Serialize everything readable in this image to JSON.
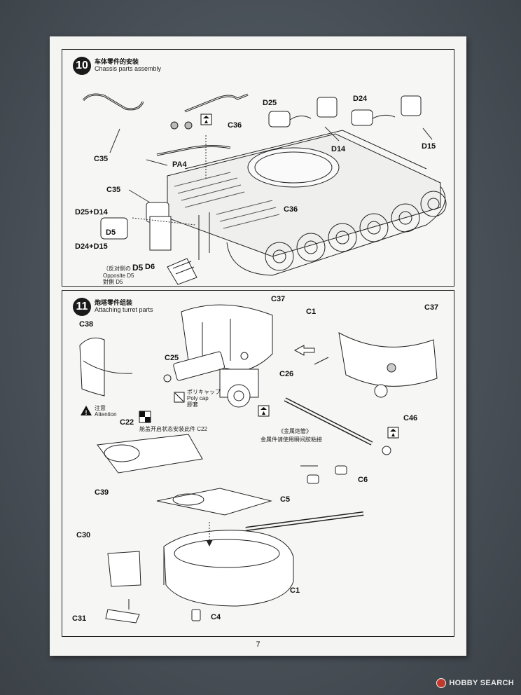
{
  "page_number": "7",
  "watermark": "HOBBY SEARCH",
  "step10": {
    "number": "10",
    "title_cn": "车体零件的安装",
    "title_en": "Chassis parts assembly",
    "labels": {
      "c35_top": "C35",
      "pa4": "PA4",
      "c36_top": "C36",
      "d25": "D25",
      "d24": "D24",
      "d14": "D14",
      "d15": "D15",
      "c35_mid": "C35",
      "c36_center": "C36",
      "d25d14": "D25+D14",
      "d5": "D5",
      "d24d15": "D24+D15",
      "d6": "D6"
    },
    "opposite_note": {
      "cn": "（反对侧の",
      "part": "D5",
      "en": "Opposite D5",
      "jp": "對側 D5"
    }
  },
  "step11": {
    "number": "11",
    "title_cn": "炮塔零件组装",
    "title_en": "Attaching turret parts",
    "labels": {
      "c37_left": "C37",
      "c38": "C38",
      "c25": "C25",
      "c26": "C26",
      "c1_top": "C1",
      "c37_right": "C37",
      "c46": "C46",
      "c22": "C22",
      "c39": "C39",
      "c5": "C5",
      "c6": "C6",
      "c30": "C30",
      "c1_bottom": "C1",
      "c31": "C31",
      "c4": "C4"
    },
    "polycap_note": {
      "jp": "ポリキャップ",
      "en": "Poly cap",
      "cn": "膠套"
    },
    "attention": {
      "cn": "注意",
      "en": "Attention"
    },
    "hatch_note": "舱盖开启状态安装此件 C22",
    "barrel_title": "《金属炮管》",
    "barrel_note": "金属件请使用瞬间胶粘接"
  }
}
